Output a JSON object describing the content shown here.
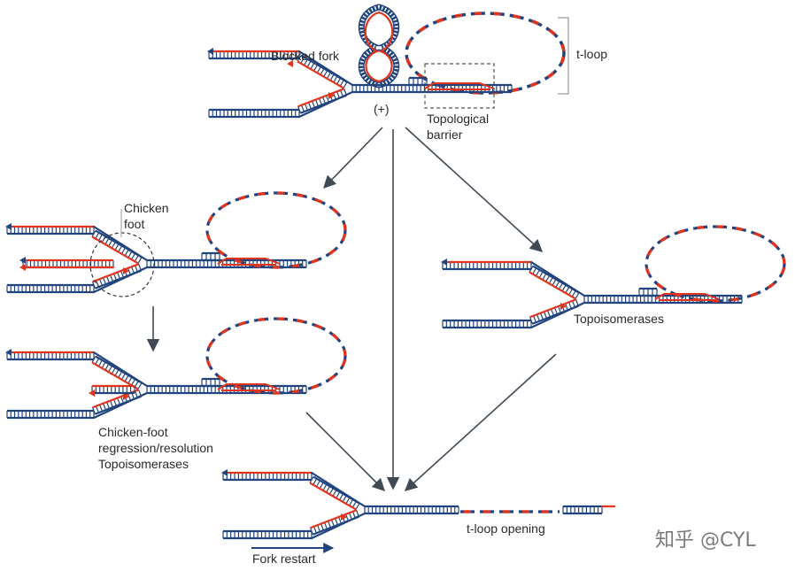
{
  "labels": {
    "blocked_fork": "Blocked fork",
    "t_loop": "t-loop",
    "plus": "(+)",
    "topological_1": "Topological",
    "topological_2": "barrier",
    "chicken_1": "Chicken",
    "chicken_2": "foot",
    "cf_reg_1": "Chicken-foot",
    "cf_reg_2": "regression/resolution",
    "cf_reg_3": "Topoisomerases",
    "topoisomerases": "Topoisomerases",
    "t_loop_opening": "t-loop opening",
    "fork_restart": "Fork restart"
  },
  "watermark": "知乎 @CYL",
  "colors": {
    "blue": "#22447e",
    "red": "#e2341c",
    "arrow": "#3f4a55",
    "guide": "#9a9a9a"
  }
}
